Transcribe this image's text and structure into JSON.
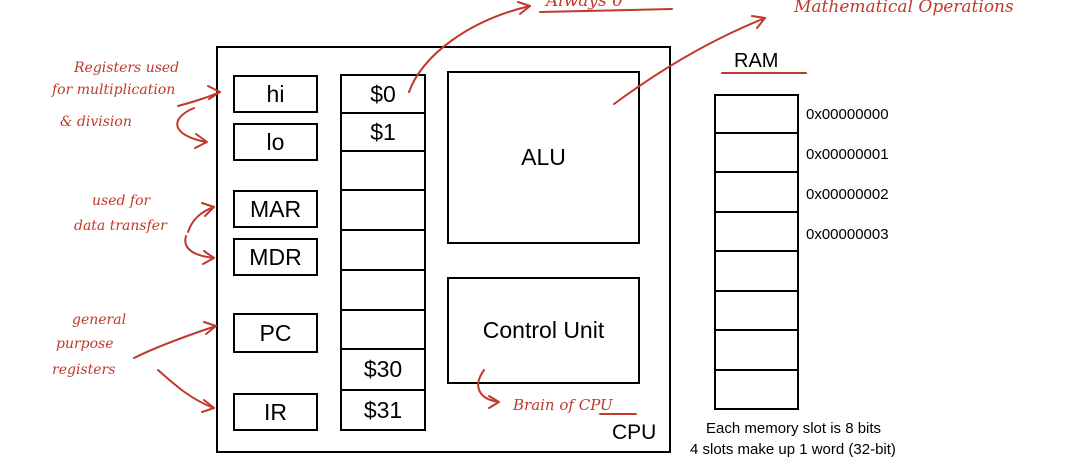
{
  "cpu": {
    "label": "CPU",
    "special_registers": [
      "hi",
      "lo",
      "MAR",
      "MDR",
      "PC",
      "IR"
    ],
    "general_registers": {
      "cells": [
        "$0",
        "$1",
        "",
        "",
        "",
        "",
        "",
        "$30",
        "$31"
      ]
    },
    "alu_label": "ALU",
    "control_unit_label": "Control Unit"
  },
  "ram": {
    "title": "RAM",
    "addresses": [
      "0x00000000",
      "0x00000001",
      "0x00000002",
      "0x00000003"
    ],
    "slot_count": 8,
    "note_line1": "Each memory slot is 8 bits",
    "note_line2": "4 slots make up 1 word (32-bit)"
  },
  "annotations": {
    "hi_lo": [
      "Registers used",
      "for multiplication",
      "& division"
    ],
    "mar_mdr": [
      "used for",
      "data transfer"
    ],
    "pc_ir": [
      "general",
      "purpose",
      "registers"
    ],
    "alu": "Mathematical Operations",
    "zero_reg": "Always 0",
    "control_unit": "Brain of CPU"
  },
  "colors": {
    "ink": "#000000",
    "annotation": "#c0392b"
  }
}
